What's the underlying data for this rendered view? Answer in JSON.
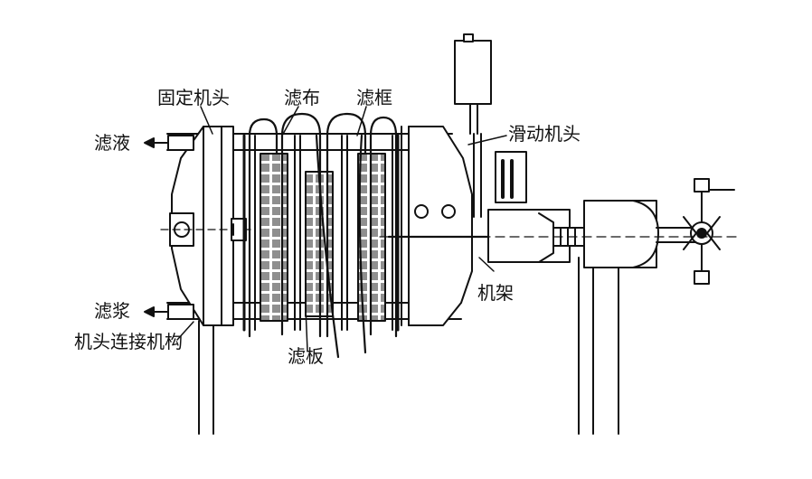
{
  "labels": {
    "fixed_head": "固定机头",
    "filter_cloth": "滤布",
    "filter_frame": "滤框",
    "sliding_head": "滑动机头",
    "filtrate": "滤液",
    "slurry": "滤浆",
    "rack": "机架",
    "head_connector": "机头连接机构",
    "filter_plate": "滤板"
  },
  "colors": {
    "ink": "#111111",
    "paper": "#ffffff",
    "mesh": "#9a9a9a"
  }
}
